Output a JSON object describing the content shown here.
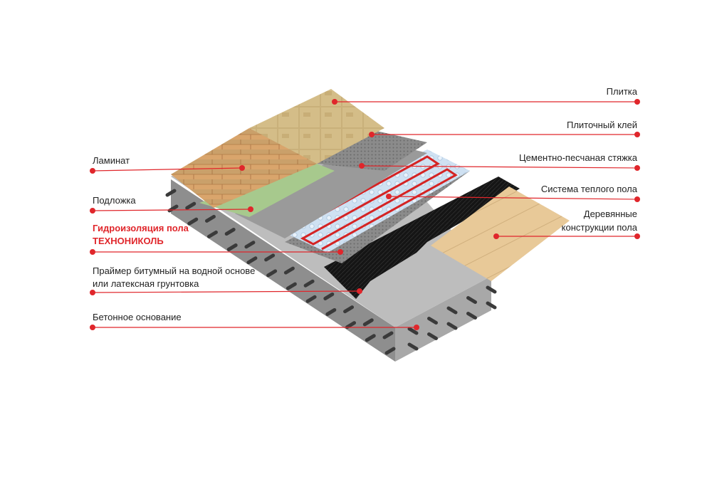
{
  "colors": {
    "accent": "#e0262b",
    "text": "#222222"
  },
  "labels_left": {
    "laminate": "Ламинат",
    "underlay": "Подложка",
    "waterproofing_line1": "Гидроизоляция пола",
    "waterproofing_line2": "ТЕХНОНИКОЛЬ",
    "primer_line1": "Праймер битумный на водной основе",
    "primer_line2": "или латексная грунтовка",
    "concrete_base": "Бетонное основание"
  },
  "labels_right": {
    "tile": "Плитка",
    "tile_adhesive": "Плиточный клей",
    "screed": "Цементно-песчаная стяжка",
    "heated_floor": "Система теплого пола",
    "wood_line1": "Деревянные",
    "wood_line2": "конструкции пола"
  }
}
